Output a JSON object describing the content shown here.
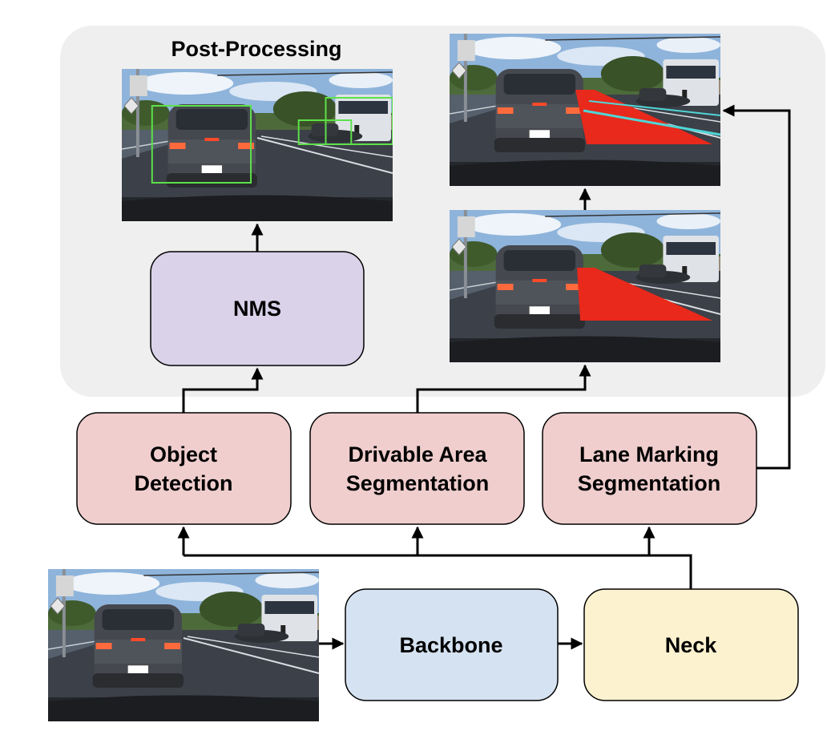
{
  "post_processing": {
    "title": "Post-Processing"
  },
  "nodes": {
    "nms": "NMS",
    "object_detection": [
      "Object",
      "Detection"
    ],
    "drivable_area": [
      "Drivable Area",
      "Segmentation"
    ],
    "lane_marking": [
      "Lane Marking",
      "Segmentation"
    ],
    "backbone": "Backbone",
    "neck": "Neck"
  },
  "colors": {
    "post_processing_bg": "#efefef",
    "nms_fill": "#d9d2e9",
    "head_fill": "#f0cece",
    "backbone_fill": "#d5e2f1",
    "neck_fill": "#fdf2cf",
    "drivable_overlay": "#e8291b",
    "lane_overlay": "#e8291b",
    "lane_line": "#4fd6d6",
    "bbox": "#5de04a"
  },
  "images": {
    "detection_output": "road-scene-with-bounding-boxes",
    "lane_output": "road-scene-with-lane-markings",
    "drivable_output": "road-scene-with-drivable-area",
    "input": "road-scene-input"
  }
}
